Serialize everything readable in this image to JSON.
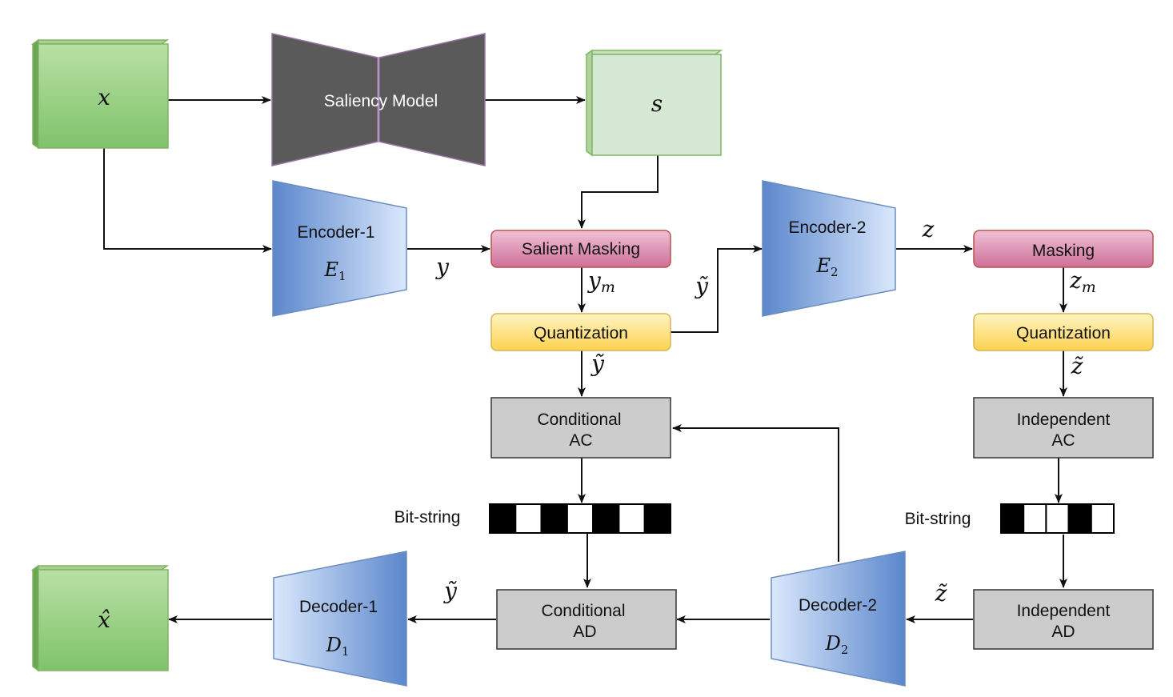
{
  "nodes": {
    "input": "x",
    "saliency_model": "Saliency Model",
    "saliency_map": "s",
    "encoder1": {
      "name": "Encoder-1",
      "symbol": "E",
      "sub": "1"
    },
    "encoder2": {
      "name": "Encoder-2",
      "symbol": "E",
      "sub": "2"
    },
    "salient_masking": "Salient Masking",
    "masking": "Masking",
    "quantization_left": "Quantization",
    "quantization_right": "Quantization",
    "conditional_ac": [
      "Conditional",
      "AC"
    ],
    "independent_ac": [
      "Independent",
      "AC"
    ],
    "conditional_ad": [
      "Conditional",
      "AD"
    ],
    "independent_ad": [
      "Independent",
      "AD"
    ],
    "decoder1": {
      "name": "Decoder-1",
      "symbol": "D",
      "sub": "1"
    },
    "decoder2": {
      "name": "Decoder-2",
      "symbol": "D",
      "sub": "2"
    },
    "output": "x̂"
  },
  "bitstrings": {
    "left": {
      "label": "Bit-string",
      "pattern": [
        1,
        0,
        1,
        0,
        1,
        0,
        1
      ]
    },
    "right": {
      "label": "Bit-string",
      "pattern": [
        1,
        0,
        0,
        1,
        0
      ]
    }
  },
  "edge_labels": {
    "y": "y",
    "ym_base": "y",
    "ym_sub": "m",
    "y_tilde_1": "ỹ",
    "y_tilde_2": "ỹ",
    "y_tilde_3": "ỹ",
    "z": "z",
    "zm_base": "z",
    "zm_sub": "m",
    "z_tilde_1": "z̃",
    "z_tilde_2": "z̃"
  },
  "colors": {
    "green_front_top": "#b9e0a5",
    "green_front_bottom": "#7fc36a",
    "green_light": "#d5e8d4",
    "green_stroke": "#82b366",
    "saliency_fill": "#5a5a5a",
    "saliency_stroke": "#9673a6",
    "blue_dark": "#5b87cc",
    "blue_light": "#dae8fc",
    "blue_stroke": "#6c8ebf",
    "pink_top": "#efc1d6",
    "pink_bottom": "#cf6f98",
    "pink_stroke": "#b85450",
    "yellow_top": "#fff4c3",
    "yellow_bottom": "#fcd24f",
    "yellow_stroke": "#d6b656",
    "gray_fill": "#cccccc",
    "gray_stroke": "#333333"
  }
}
